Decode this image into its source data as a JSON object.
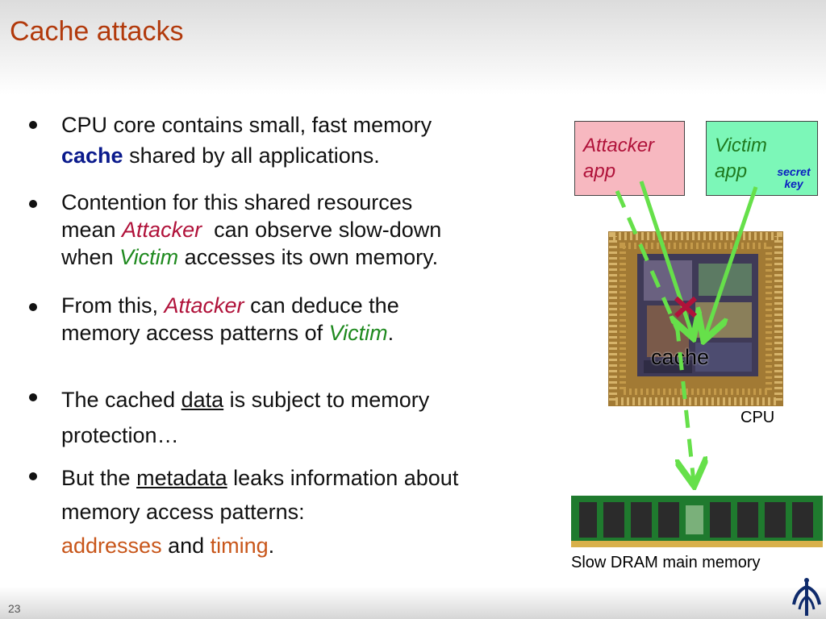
{
  "slide": {
    "title": "Cache attacks",
    "number": "23"
  },
  "bullets": [
    {
      "pre": "CPU core contains small, fast memory",
      "kw": "cache",
      "post": " shared by all applications."
    },
    {
      "line1": "Contention for this shared resources",
      "pre2": "mean ",
      "kw_attacker": "Attacker",
      "mid2": "  can observe slow-down",
      "pre3": "when ",
      "kw_victim": "Victim",
      "post3": " accesses its own memory."
    },
    {
      "pre": "From this, ",
      "kw_attacker": "Attacker",
      "mid": " can deduce the",
      "pre2": "memory access patterns of ",
      "kw_victim": "Victim",
      "post2": "."
    },
    {
      "pre": "The cached ",
      "kw": "data",
      "post": " is subject to memory",
      "line2": "protection…"
    },
    {
      "pre": "But the ",
      "kw": "metadata",
      "post": " leaks information about",
      "line2": "memory access patterns:",
      "kw_addresses": "addresses",
      "mid3": " and ",
      "kw_timing": "timing",
      "post3": "."
    }
  ],
  "diagram": {
    "attacker_label_1": "Attacker",
    "attacker_label_2": "app",
    "victim_label_1": "Victim",
    "victim_label_2": "app",
    "secret_1": "secret",
    "secret_2": "key",
    "cache_label": "cache",
    "cpu_label": "CPU",
    "dram_label": "Slow DRAM main memory"
  },
  "colors": {
    "title": "#b23a0c",
    "attacker": "#b0123a",
    "victim": "#1f8a1f",
    "arrow": "#66e04a",
    "cross": "#b0123a"
  }
}
